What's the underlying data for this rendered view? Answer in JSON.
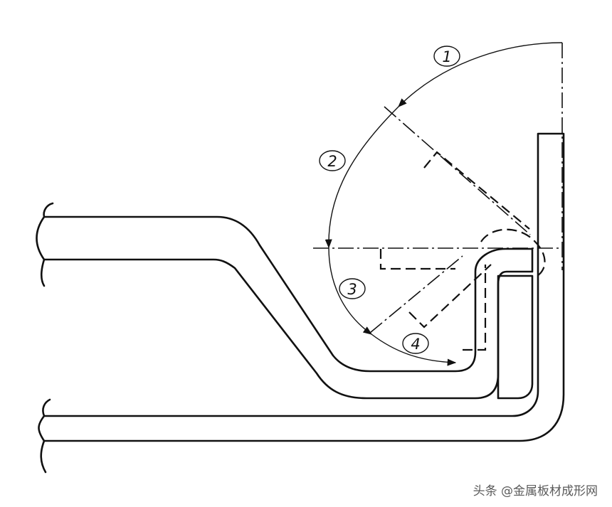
{
  "diagram": {
    "steps": [
      {
        "label": "1"
      },
      {
        "label": "2"
      },
      {
        "label": "3"
      },
      {
        "label": "4"
      }
    ]
  },
  "watermark": {
    "text": "头条 @金属板材成形网"
  }
}
